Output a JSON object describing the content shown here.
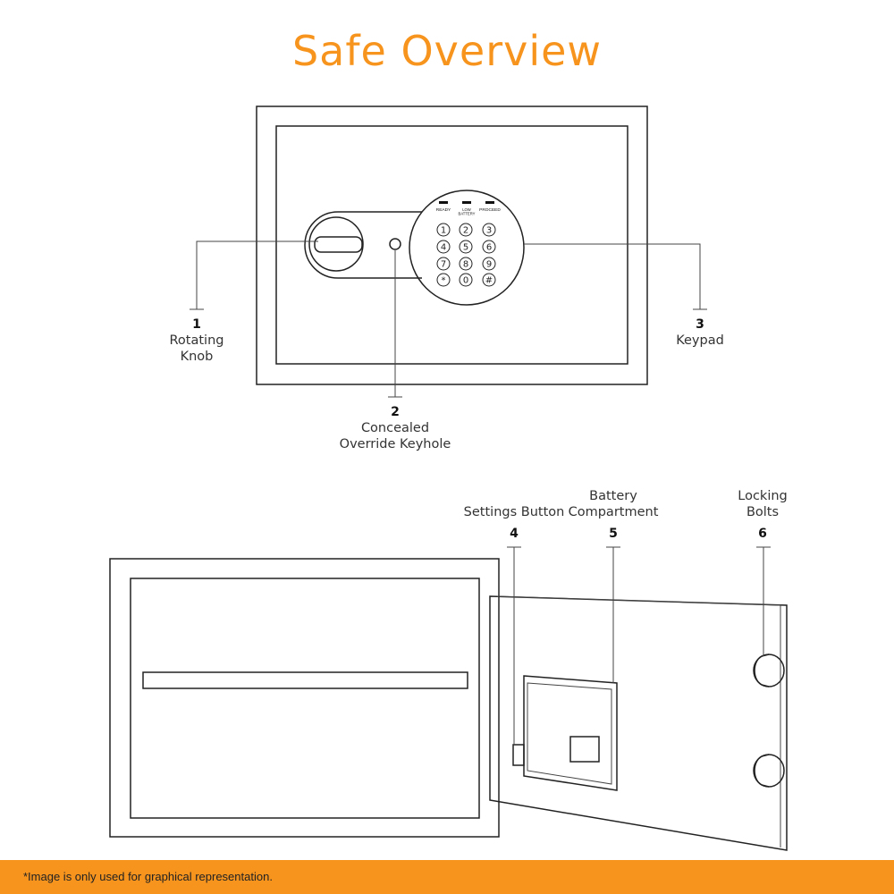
{
  "title": "Safe Overview",
  "accent_color": "#f7941e",
  "keypad": {
    "indicators": [
      "READY",
      "LOW BATTERY",
      "PROCEED"
    ],
    "keys": [
      "1",
      "2",
      "3",
      "4",
      "5",
      "6",
      "7",
      "8",
      "9",
      "*",
      "0",
      "#"
    ]
  },
  "callouts": [
    {
      "num": "1",
      "label_lines": [
        "Rotating",
        "Knob"
      ]
    },
    {
      "num": "2",
      "label_lines": [
        "Concealed",
        "Override Keyhole"
      ]
    },
    {
      "num": "3",
      "label_lines": [
        "Keypad"
      ]
    },
    {
      "num": "4",
      "label_lines": [
        "Settings Button"
      ]
    },
    {
      "num": "5",
      "label_lines": [
        "Battery",
        "Compartment"
      ]
    },
    {
      "num": "6",
      "label_lines": [
        "Locking",
        "Bolts"
      ]
    }
  ],
  "footer": {
    "note": "*Image is only used for graphical representation."
  }
}
